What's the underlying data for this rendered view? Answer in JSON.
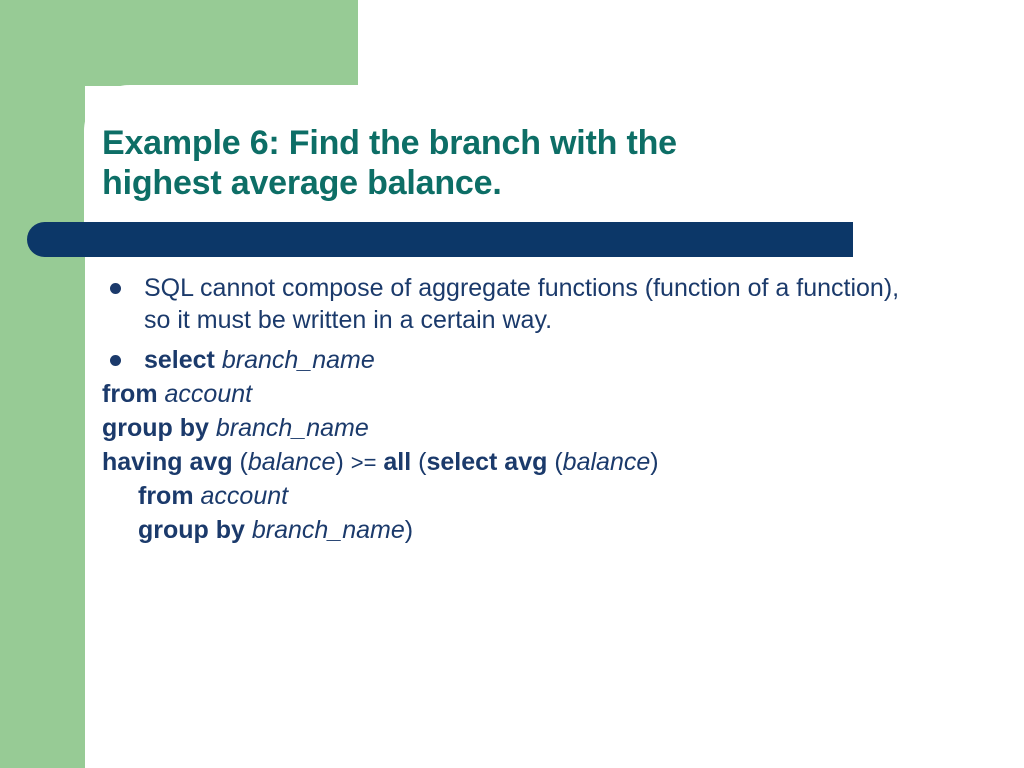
{
  "slide": {
    "title_lines": [
      "Example 6: Find the branch with the",
      "highest average balance."
    ],
    "colors": {
      "green_panel": "#97cb95",
      "navy_bar": "#0c3768",
      "title_text": "#0d6e66",
      "body_text": "#1b3a6b",
      "background": "#ffffff"
    },
    "bullets": [
      {
        "id": "bullet-1",
        "bulleted": true,
        "text": "SQL cannot compose of aggregate functions (function of a function), so it must be written in a certain way."
      }
    ],
    "code_lines": [
      {
        "id": "code-line-select",
        "bulleted": true,
        "indent": false,
        "tokens": [
          {
            "t": "select",
            "s": "kw"
          },
          {
            "t": " ",
            "s": "pn"
          },
          {
            "t": "branch_name",
            "s": "id"
          }
        ]
      },
      {
        "id": "code-line-from",
        "bulleted": false,
        "indent": false,
        "tokens": [
          {
            "t": "from",
            "s": "kw"
          },
          {
            "t": " ",
            "s": "pn"
          },
          {
            "t": "account",
            "s": "id"
          }
        ]
      },
      {
        "id": "code-line-group-by",
        "bulleted": false,
        "indent": false,
        "tokens": [
          {
            "t": "group by",
            "s": "kw"
          },
          {
            "t": " ",
            "s": "pn"
          },
          {
            "t": "branch_name",
            "s": "id"
          }
        ]
      },
      {
        "id": "code-line-having",
        "bulleted": false,
        "indent": false,
        "tokens": [
          {
            "t": "having avg",
            "s": "kw"
          },
          {
            "t": " (",
            "s": "pn"
          },
          {
            "t": "balance",
            "s": "id"
          },
          {
            "t": ") ",
            "s": "pn"
          },
          {
            "t": ">=",
            "s": "op"
          },
          {
            "t": " ",
            "s": "pn"
          },
          {
            "t": "all",
            "s": "kw"
          },
          {
            "t": " (",
            "s": "pn"
          },
          {
            "t": "select avg",
            "s": "kw"
          },
          {
            "t": " (",
            "s": "pn"
          },
          {
            "t": "balance",
            "s": "id"
          },
          {
            "t": ")",
            "s": "pn"
          }
        ]
      },
      {
        "id": "code-line-sub-from",
        "bulleted": false,
        "indent": true,
        "tokens": [
          {
            "t": "from",
            "s": "kw"
          },
          {
            "t": " ",
            "s": "pn"
          },
          {
            "t": "account",
            "s": "id"
          }
        ]
      },
      {
        "id": "code-line-sub-group-by",
        "bulleted": false,
        "indent": true,
        "tokens": [
          {
            "t": "group by",
            "s": "kw"
          },
          {
            "t": " ",
            "s": "pn"
          },
          {
            "t": "branch_name",
            "s": "id"
          },
          {
            "t": ")",
            "s": "pn"
          }
        ]
      }
    ]
  }
}
